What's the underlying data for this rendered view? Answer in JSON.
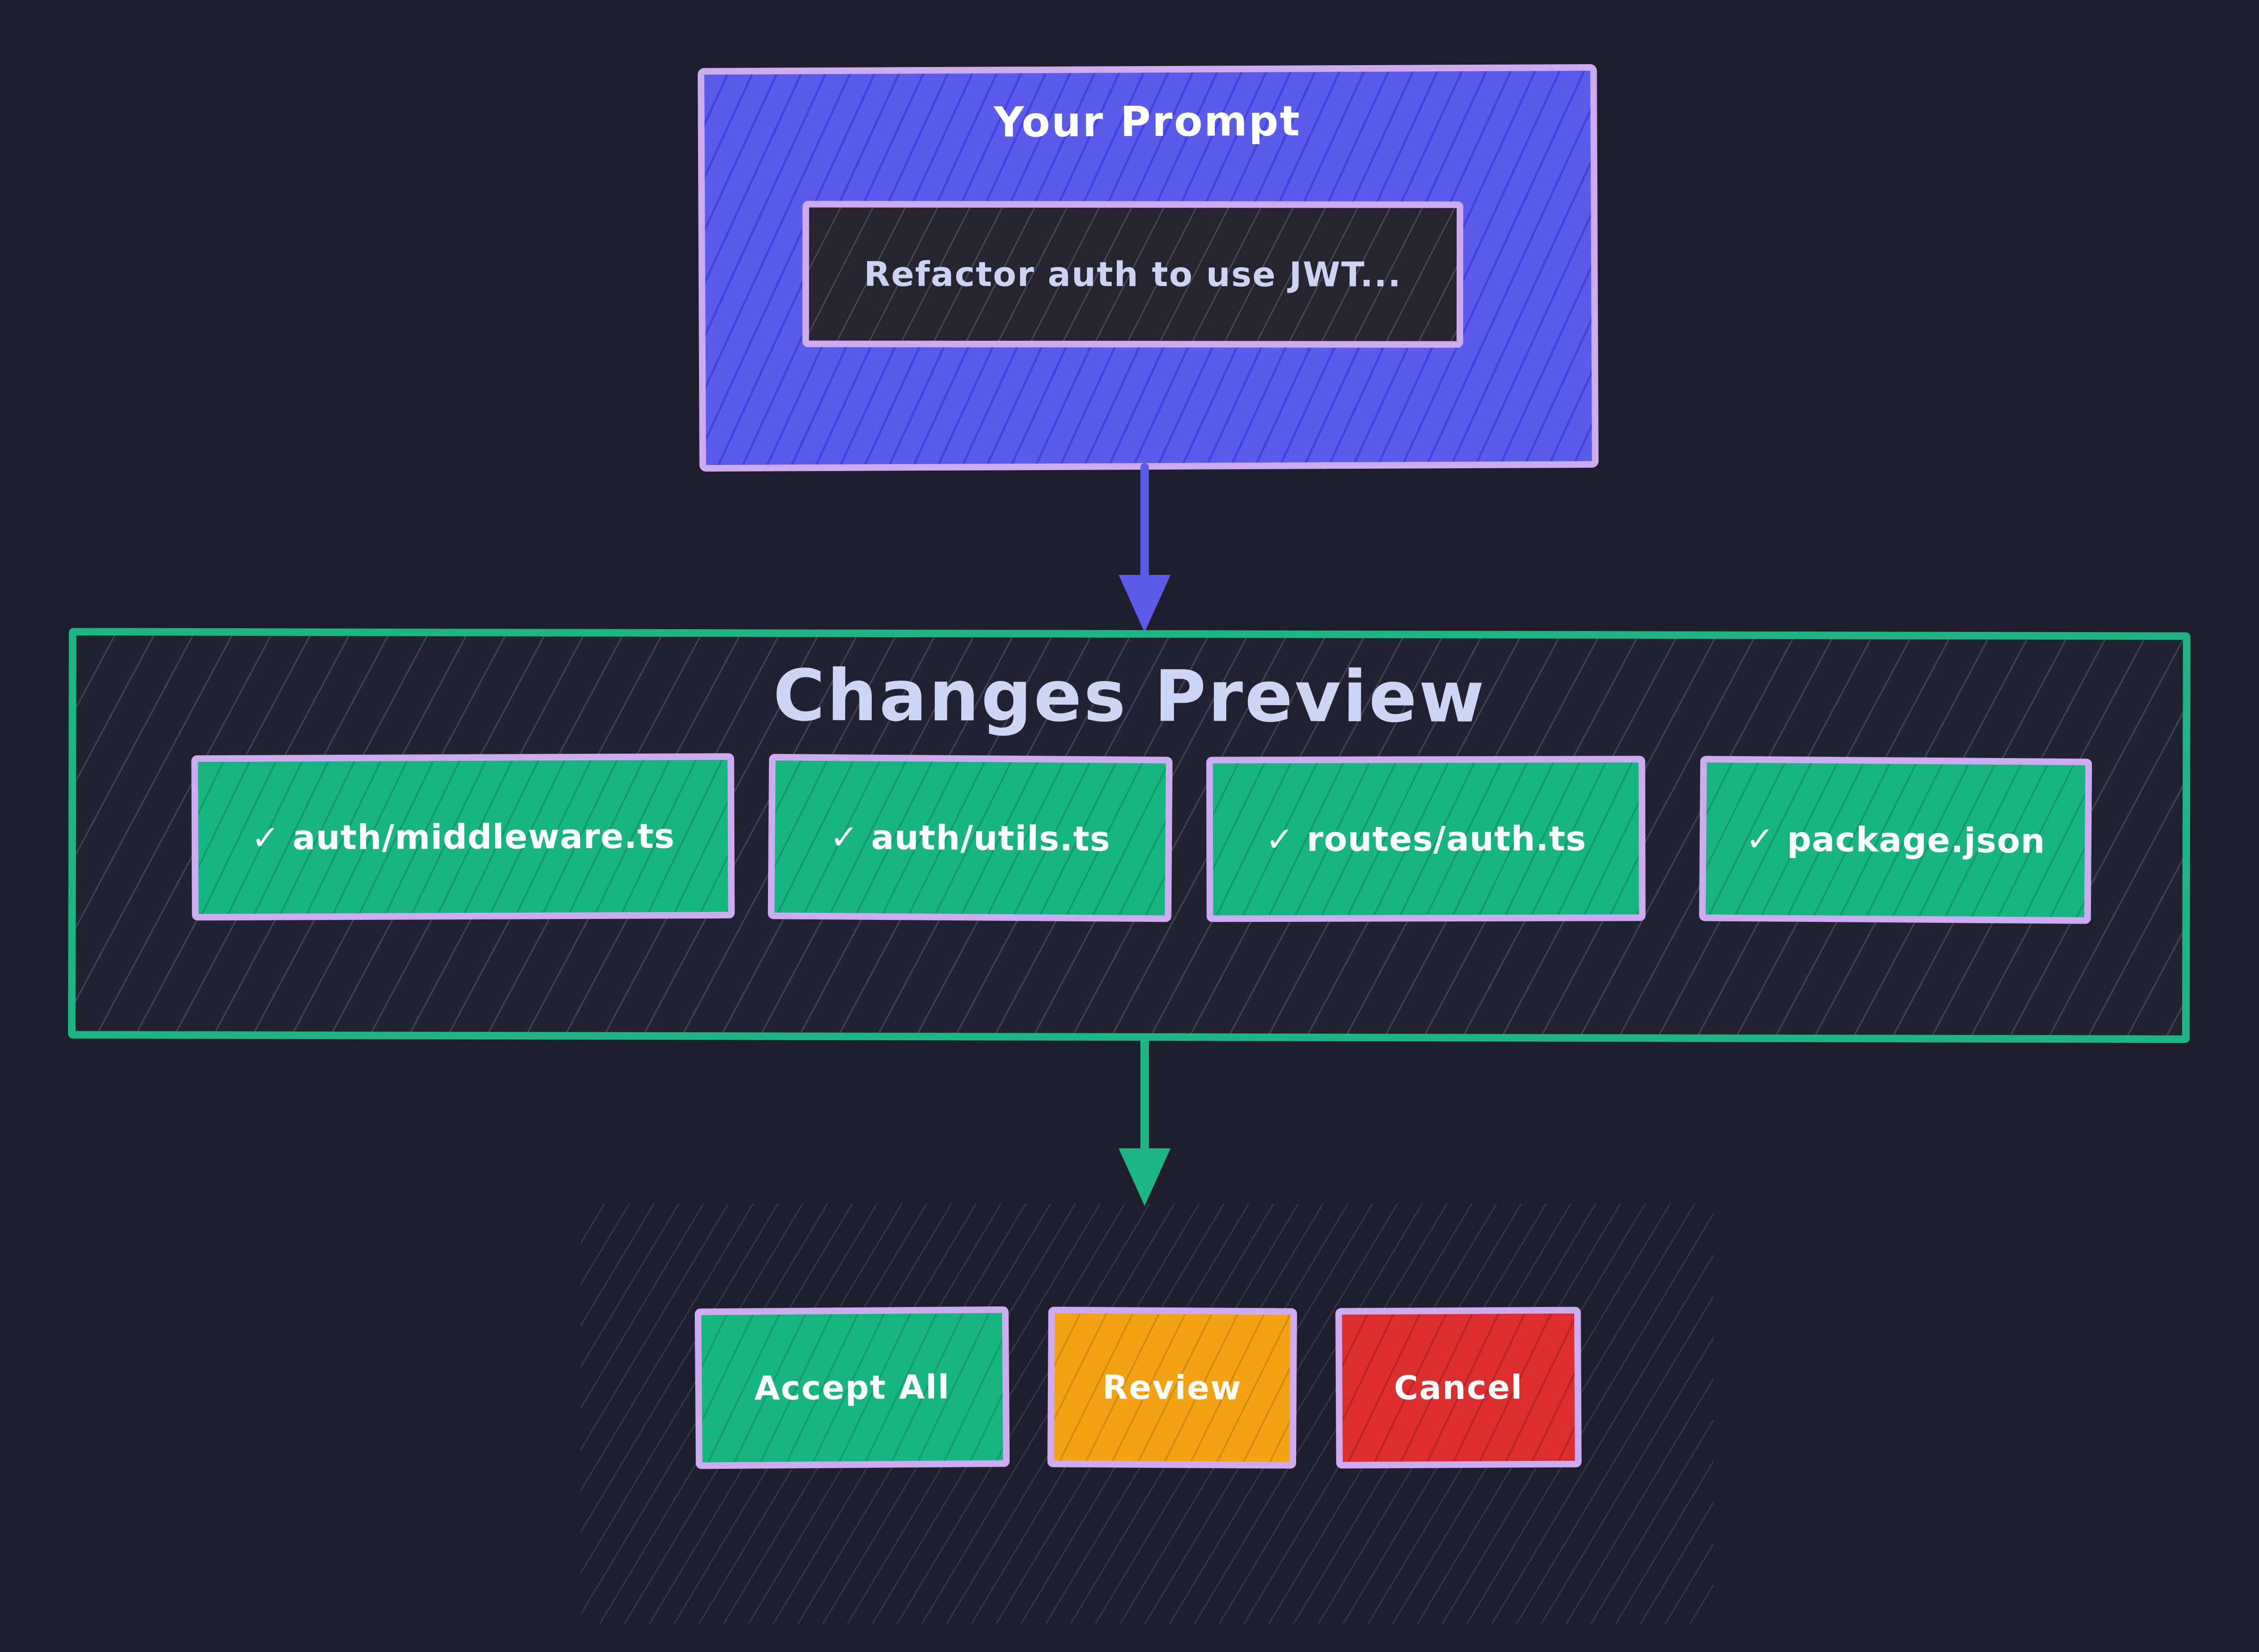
{
  "diagram": {
    "background_color": "#1f1e2c",
    "prompt_card": {
      "title": "Your Prompt",
      "prompt_text": "Refactor auth to use JWT...",
      "fill_color": "#5b5bec",
      "border_color": "#cdabf1",
      "input_fill_color": "#26252f",
      "input_text_color": "#ccd3f2"
    },
    "flow": {
      "prompt_to_preview_arrow_color": "#5b5be8",
      "preview_to_actions_arrow_color": "#1db583"
    },
    "preview_panel": {
      "title": "Changes Preview",
      "title_color": "#ccd5f3",
      "border_color": "#1db583",
      "file_fill_color": "#17b57f",
      "files": [
        {
          "label": "✓ auth/middleware.ts"
        },
        {
          "label": "✓ auth/utils.ts"
        },
        {
          "label": "✓ routes/auth.ts"
        },
        {
          "label": "✓ package.json"
        }
      ]
    },
    "actions": {
      "accept": {
        "label": "Accept All",
        "fill_color": "#17b57f"
      },
      "review": {
        "label": "Review",
        "fill_color": "#f3a314"
      },
      "cancel": {
        "label": "Cancel",
        "fill_color": "#dc2e2e"
      }
    }
  }
}
